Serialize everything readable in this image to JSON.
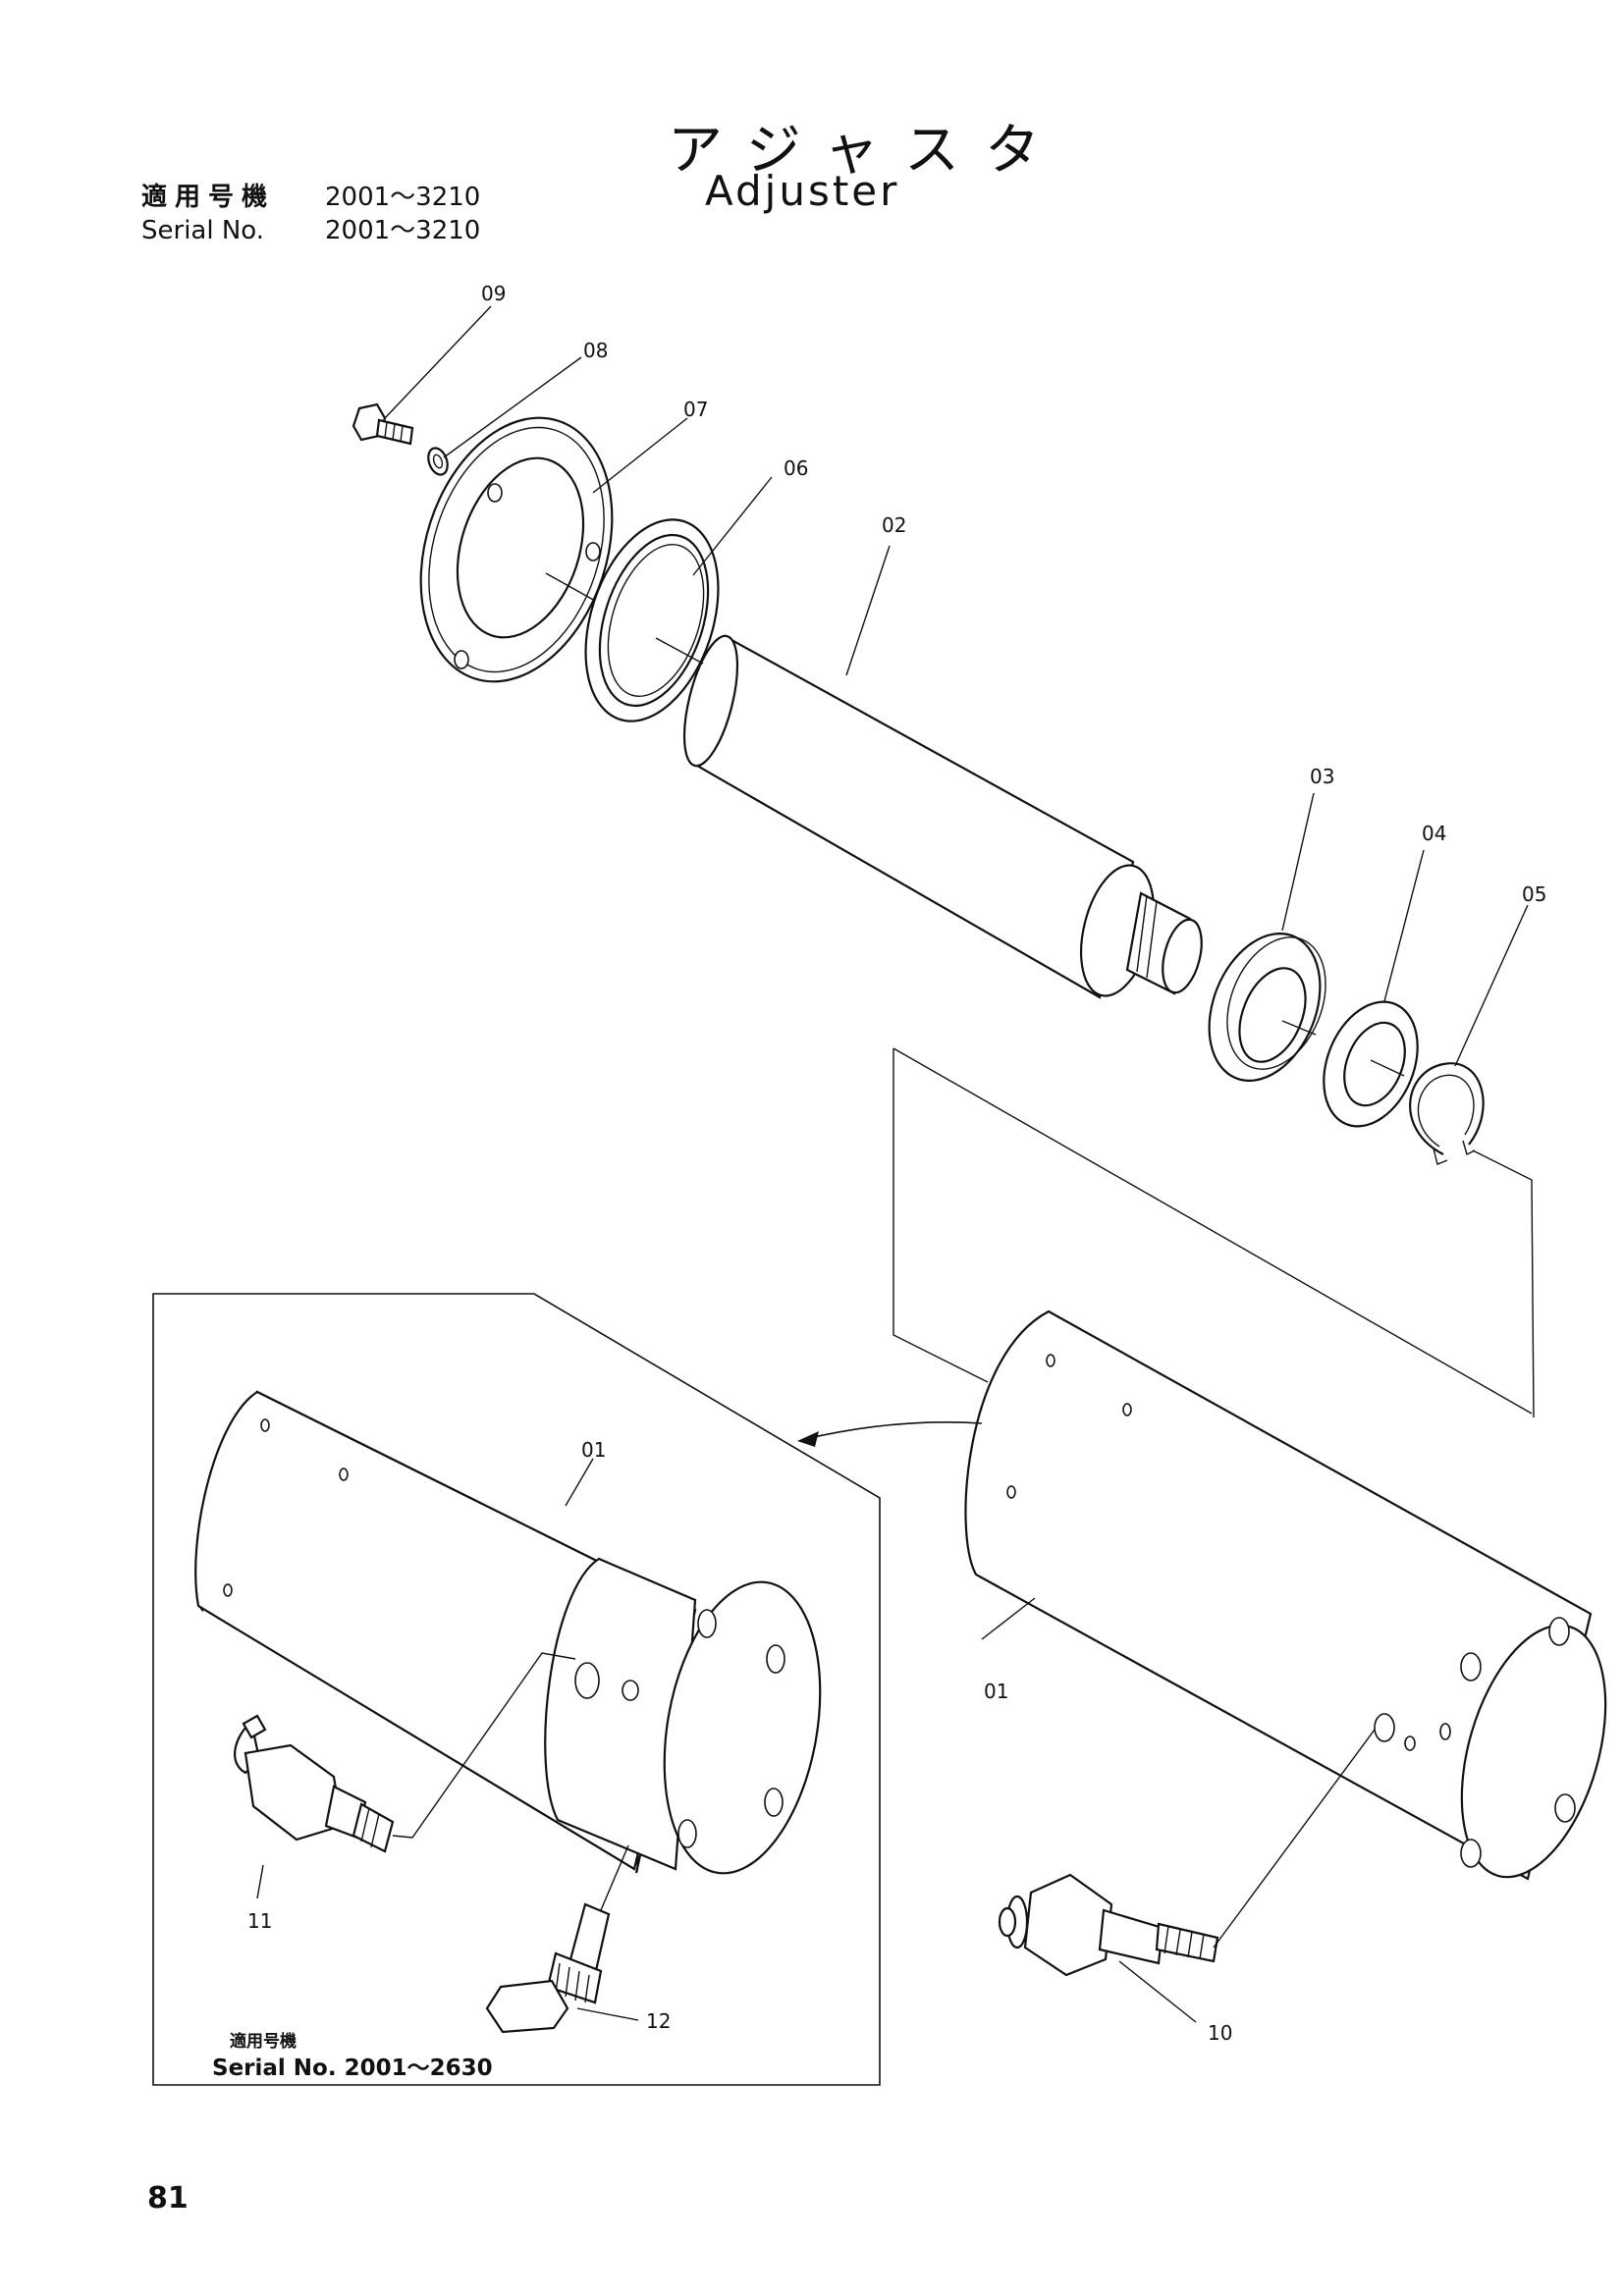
{
  "title": {
    "japanese": "アジャスタ",
    "english": "Adjuster"
  },
  "applicability": {
    "jp_label": "適用号機",
    "jp_range": "2001～3210",
    "en_label": "Serial No.",
    "en_range": "2001～3210"
  },
  "inset_note": {
    "jp_label": "適用号機",
    "serial": "Serial No. 2001～2630"
  },
  "callouts": {
    "c01a": "01",
    "c01b": "01",
    "c02": "02",
    "c03": "03",
    "c04": "04",
    "c05": "05",
    "c06": "06",
    "c07": "07",
    "c08": "08",
    "c09": "09",
    "c10": "10",
    "c11": "11",
    "c12": "12"
  },
  "page_number": "81"
}
